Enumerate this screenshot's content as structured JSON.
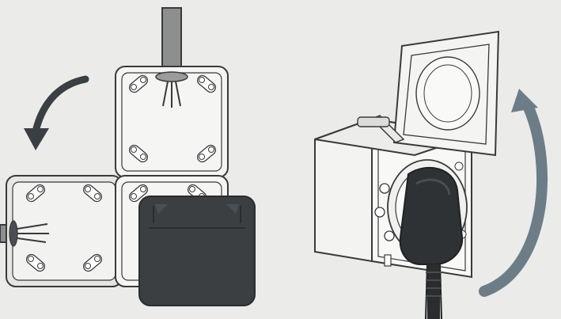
{
  "illustration": {
    "left_panel": {
      "mounting_arrow_icon": "curved-arrow-down-left-icon",
      "enclosure_modules": [
        "top-module",
        "left-module",
        "socket-module"
      ],
      "cable_entries": [
        "top-cable-entry",
        "left-cable-entry"
      ]
    },
    "right_panel": {
      "lid_arrow_icon": "curved-arrow-up-icon",
      "device": "outdoor-socket-with-open-lid",
      "plug": "inserted-plug"
    },
    "colors": {
      "background": "#ebebea",
      "housing_fill": "#f5f5f4",
      "housing_stroke": "#3a3a3a",
      "cover_dark": "#3b3f42",
      "arrow_dark": "#3a3f44",
      "arrow_blue_gray": "#6d7d87",
      "cable_gray": "#8d8f8f"
    }
  }
}
